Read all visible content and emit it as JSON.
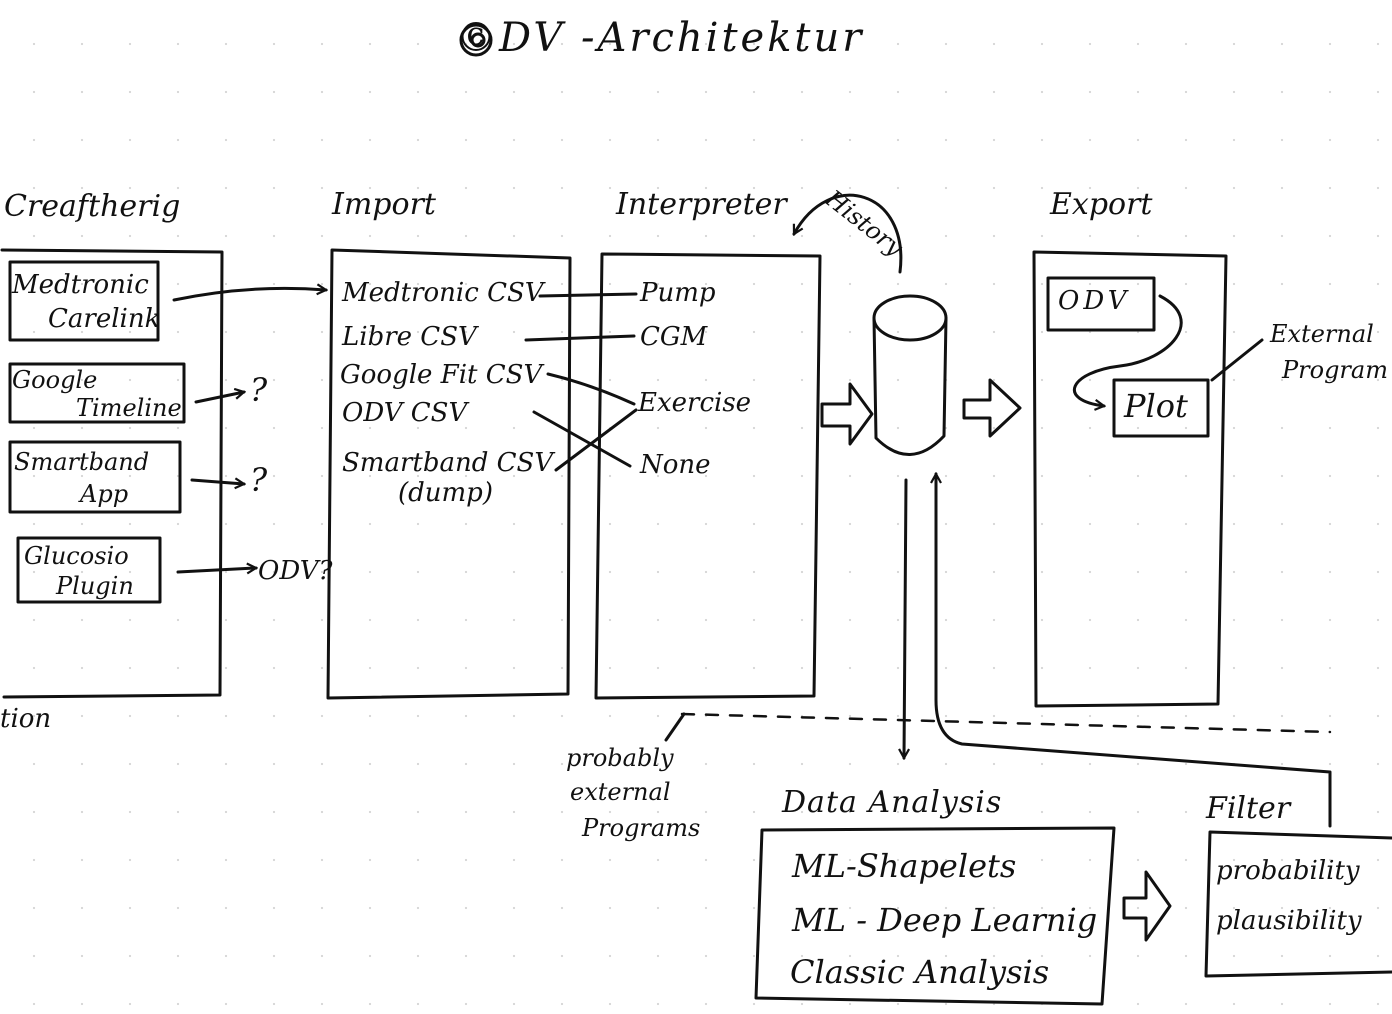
{
  "title": "©DV -Architektur",
  "columns": {
    "sources": {
      "heading": "Creaftherig",
      "items": [
        "Medtronic",
        "Carelink",
        "Google",
        "Timeline",
        "Smartband",
        "App",
        "Glucosio",
        "Plugin"
      ]
    },
    "import": {
      "heading": "Import",
      "items": [
        "Medtronic CSV",
        "Libre CSV",
        "Google Fit CSV",
        "ODV CSV",
        "Smartband CSV",
        "(dump)"
      ]
    },
    "interpreter": {
      "heading": "Interpreter",
      "items": [
        "Pump",
        "CGM",
        "Exercise",
        "None"
      ]
    },
    "export": {
      "heading": "Export",
      "items": [
        "ODV",
        "Plot"
      ]
    }
  },
  "annotations": {
    "history": "History",
    "q1": "?",
    "q2": "?",
    "q3": "ODV?",
    "partial_left": "tion",
    "external_left": [
      "probably",
      "external",
      "Programs"
    ],
    "external_right": [
      "External",
      "Program"
    ]
  },
  "analysis": {
    "heading": "Data Analysis",
    "items": [
      "ML-Shapelets",
      "ML - Deep Learnig",
      "Classic Analysis"
    ]
  },
  "filter": {
    "heading": "Filter",
    "items": [
      "probability",
      "plausibility"
    ]
  }
}
